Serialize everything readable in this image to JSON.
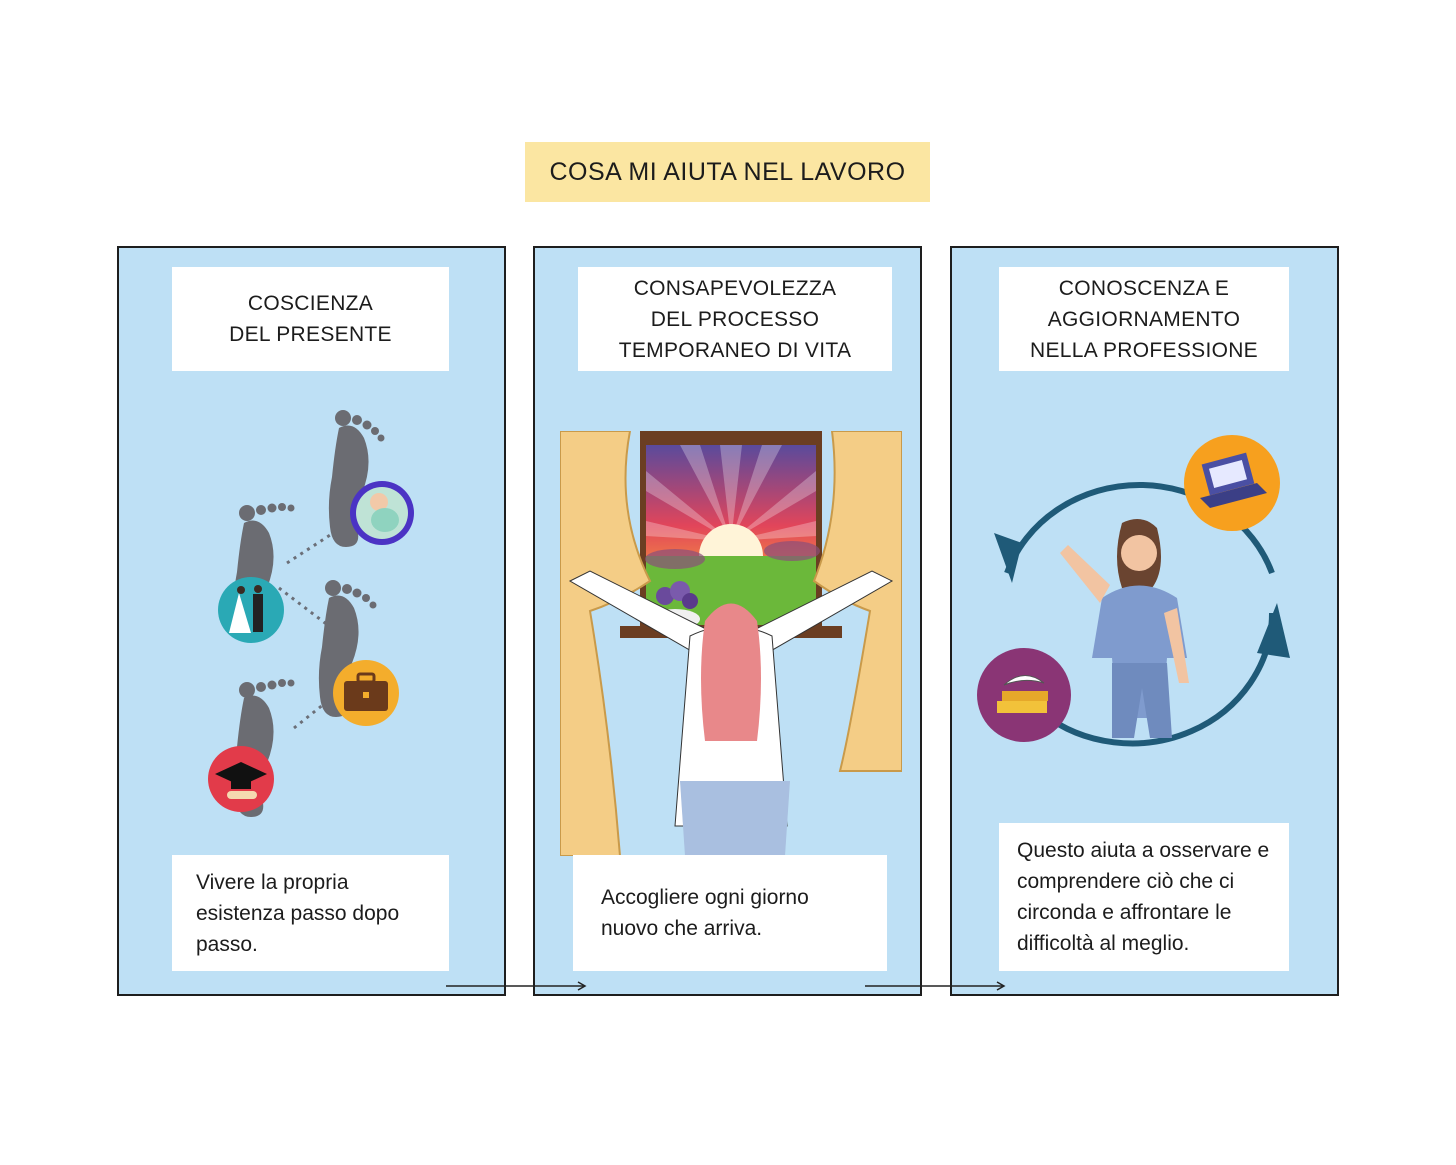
{
  "title": "COSA MI AIUTA NEL LAVORO",
  "panels": [
    {
      "heading": "COSCIENZA\nDEL PRESENTE",
      "text": "Vivere la propria esistenza passo dopo passo.",
      "illustration": "footprints-life-milestones"
    },
    {
      "heading": "CONSAPEVOLEZZA\nDEL PROCESSO\nTEMPORANEO DI VITA",
      "text": "Accogliere ogni giorno nuovo che arriva.",
      "illustration": "woman-opening-window-sunrise"
    },
    {
      "heading": "CONOSCENZA E\nAGGIORNAMENTO\nNELLA PROFESSIONE",
      "text": "Questo aiuta a osservare e comprendere ciò che ci circonda e affrontare le difficoltà al meglio.",
      "illustration": "nurse-learning-cycle"
    }
  ],
  "colors": {
    "panel_bg": "#bee0f5",
    "title_bg": "#fbe6a2",
    "cycle_arrow": "#1f5a78"
  }
}
